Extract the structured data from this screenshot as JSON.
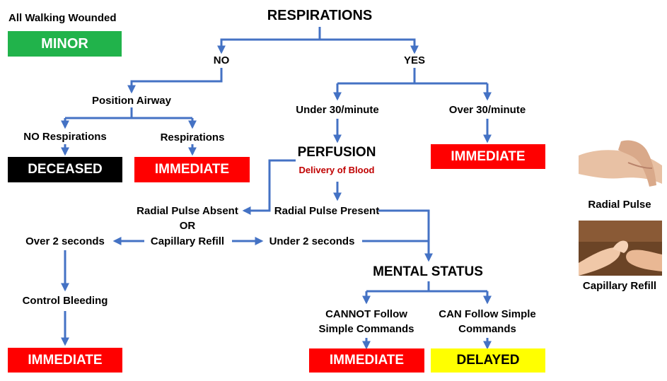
{
  "colors": {
    "arrow": "#4472c4",
    "green": "#21b34b",
    "red": "#ff0000",
    "black": "#000000",
    "yellow": "#ffff00",
    "dark_red_text": "#c00000"
  },
  "top_left": {
    "heading": "All Walking Wounded",
    "badge": "MINOR"
  },
  "respirations": {
    "title": "RESPIRATIONS",
    "no": "NO",
    "yes": "YES"
  },
  "no_branch": {
    "position_airway": "Position Airway",
    "no_respirations": "NO Respirations",
    "deceased": "DECEASED",
    "respirations": "Respirations",
    "immediate": "IMMEDIATE"
  },
  "yes_branch": {
    "under_30": "Under 30/minute",
    "over_30": "Over 30/minute",
    "immediate": "IMMEDIATE"
  },
  "perfusion": {
    "title": "PERFUSION",
    "subtitle": "Delivery of Blood",
    "pulse_absent": "Radial Pulse Absent",
    "or": "OR",
    "cap_refill": "Capillary Refill",
    "pulse_present": "Radial Pulse Present",
    "over_2": "Over 2 seconds",
    "under_2": "Under 2 seconds",
    "control_bleeding": "Control Bleeding",
    "immediate": "IMMEDIATE"
  },
  "mental": {
    "title": "MENTAL STATUS",
    "cannot_1": "CANNOT Follow",
    "cannot_2": "Simple Commands",
    "can_1": "CAN Follow Simple",
    "can_2": "Commands",
    "immediate": "IMMEDIATE",
    "delayed": "DELAYED"
  },
  "photos": {
    "radial_label": "Radial Pulse",
    "cap_label": "Capillary Refill"
  }
}
